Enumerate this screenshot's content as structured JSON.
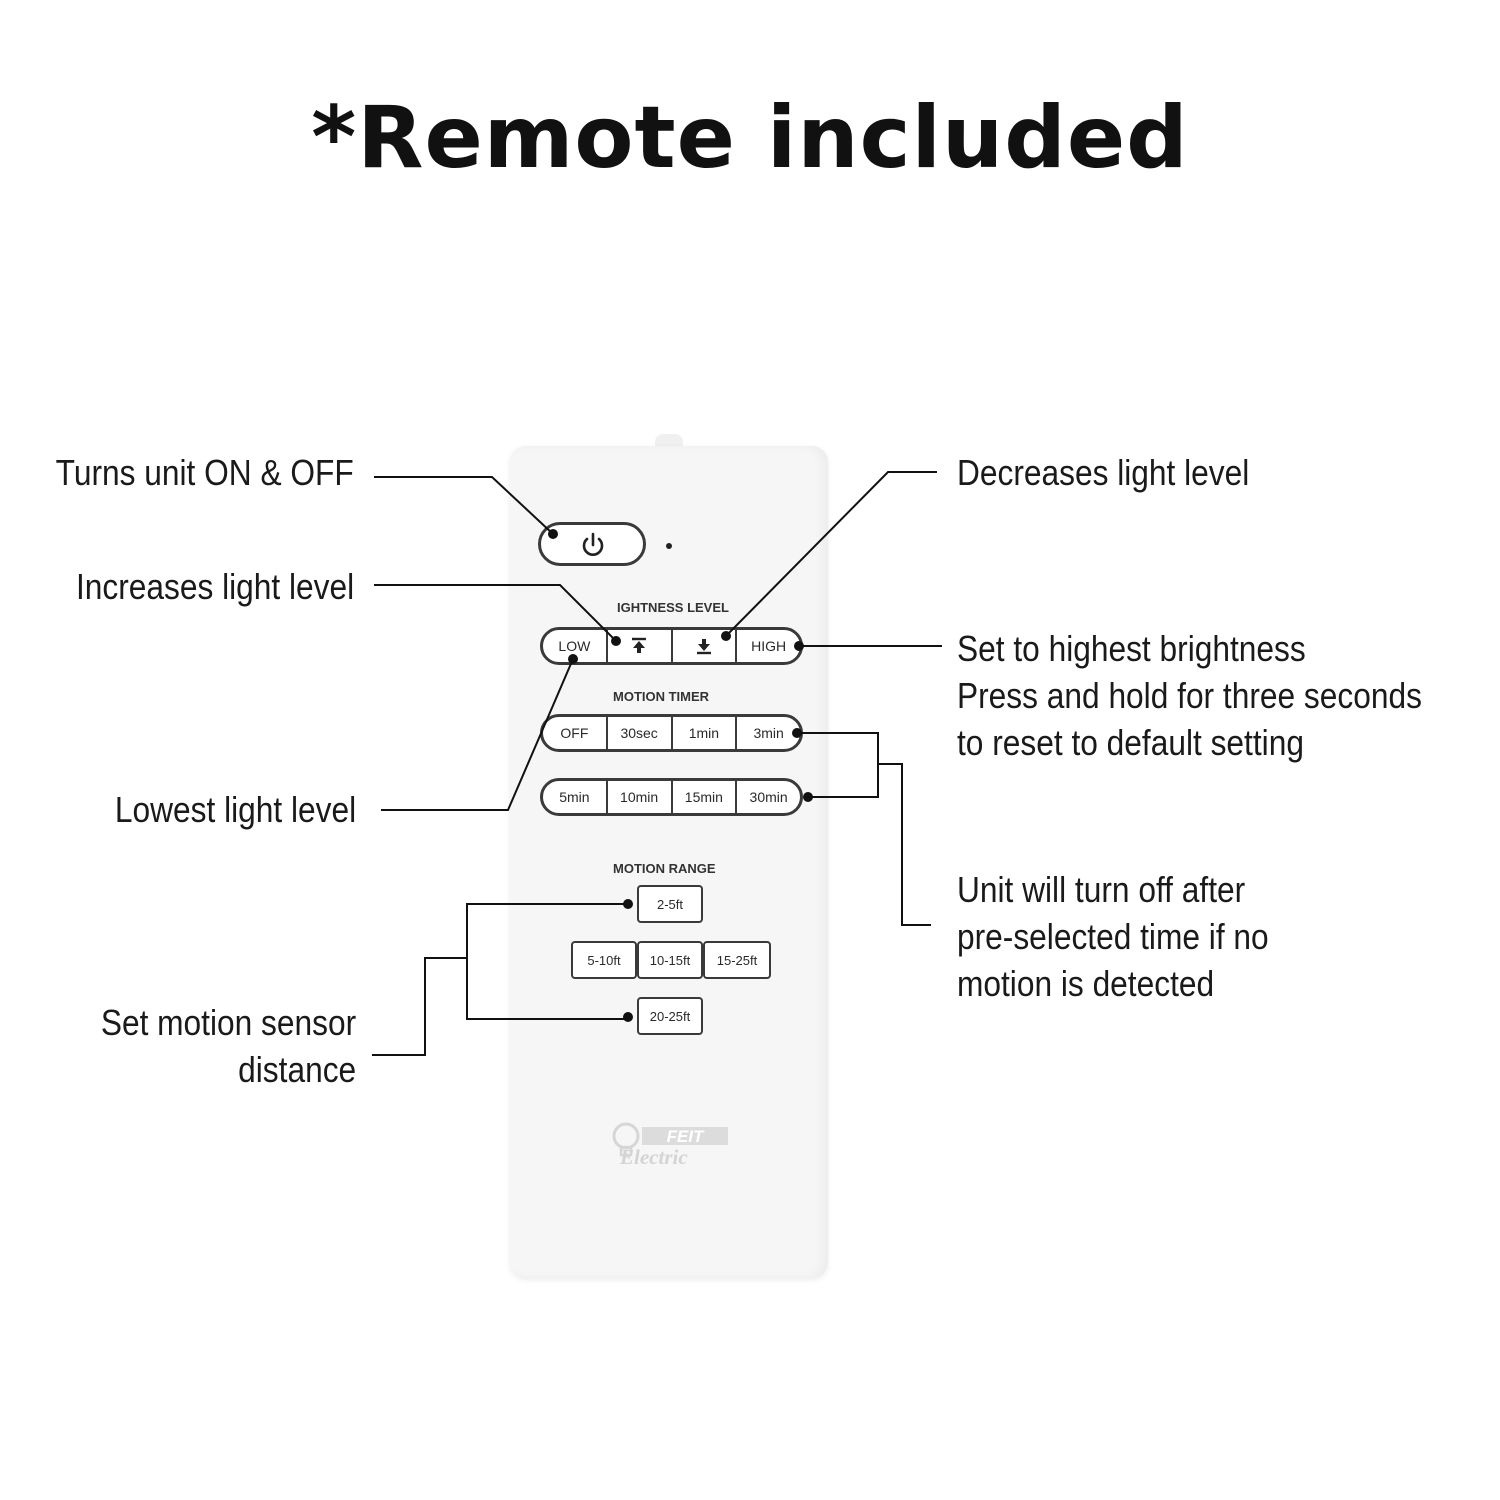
{
  "title": "*Remote included",
  "callouts": {
    "power": "Turns unit ON & OFF",
    "increase": "Increases light level",
    "lowest": "Lowest light level",
    "motion_sensor": [
      "Set motion sensor",
      "distance"
    ],
    "decrease": "Decreases light level",
    "highest": [
      "Set to highest brightness",
      "Press and hold for three seconds",
      "to reset to default setting"
    ],
    "timer": [
      "Unit will turn off after",
      "pre-selected time if no",
      "motion is detected"
    ]
  },
  "remote": {
    "brightness_label": "IGHTNESS LEVEL",
    "brightness_keys": [
      "LOW",
      "",
      "",
      "HIGH"
    ],
    "motion_timer_label": "MOTION TIMER",
    "timer_row1": [
      "OFF",
      "30sec",
      "1min",
      "3min"
    ],
    "timer_row2": [
      "5min",
      "10min",
      "15min",
      "30min"
    ],
    "motion_range_label": "MOTION RANGE",
    "range_top": "2-5ft",
    "range_middle": [
      "5-10ft",
      "10-15ft",
      "15-25ft"
    ],
    "range_bottom": "20-25ft",
    "logo_line1": "FEIT",
    "logo_line2": "Electric"
  },
  "colors": {
    "text": "#1a1a1a",
    "line": "#111111",
    "remote_body": "#f6f6f6",
    "button_border": "#3a3a3a"
  },
  "icons": [
    "power-icon",
    "arrow-up-to-bar-icon",
    "arrow-down-to-bar-icon",
    "bulb-logo-icon"
  ]
}
